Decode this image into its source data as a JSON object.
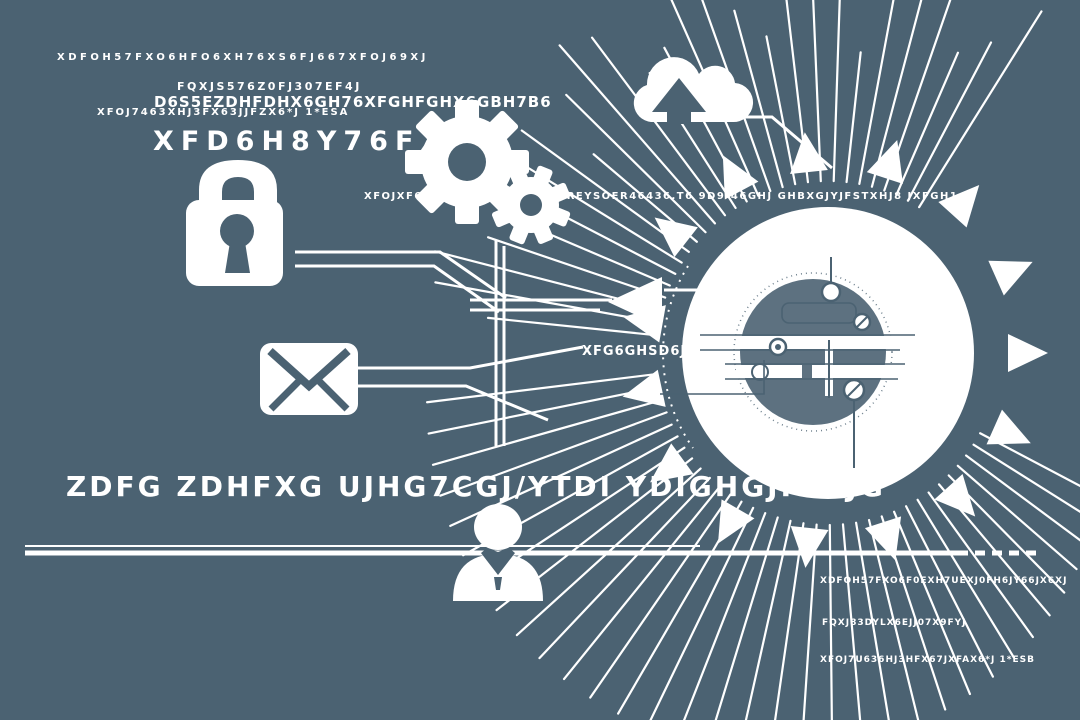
{
  "colors": {
    "background": "#4B6272",
    "foreground": "#FFFFFF"
  },
  "top_block": {
    "line1": "XDFOH57FXO6HFO6XH76XS6FJ667XFOJ69XJ",
    "line2": "FQXJS576Z0FJ307EF4J",
    "line3": "D6S5EZDHFDHX6GH76XFGHFGHX6GBH7B6",
    "line4": "XFOJ7463XHJ3FX63JJFZX6*J 1*ESA",
    "heading": "XFD6H8Y76FXGB"
  },
  "mid_line": "XFOJXF6X 9 6JZ 6 TGXJ XHJY REYSOER46436.T6 9D9-46GHJ GHBXGJYJFSTXHJ8 JXFGH1.",
  "diagram": {
    "globe_label": "XFG6GHSD6JGH",
    "icons": {
      "lock": "padlock-icon",
      "gears": "settings-gears-icon",
      "cloud": "cloud-upload-icon",
      "mail": "envelope-icon",
      "user": "person-icon",
      "globe": "globe-network-icon",
      "burst": "triangle-burst-icon",
      "arrow": "left-arrow-icon"
    }
  },
  "big_text": "ZDFG ZDHFXG UJHG7CGJ/YTDI YDIGHGJIGHJG",
  "bottom_right": {
    "line1": "XDFOH57FXO6F0EXH7UEXJ0FH6JY66JX6XJ",
    "line2": "FQXJ83DYLX6EJJ07X9FYJ",
    "line3": "XFOJ7U636HJ3HFX67JXFAX6*J 1*ESB"
  }
}
